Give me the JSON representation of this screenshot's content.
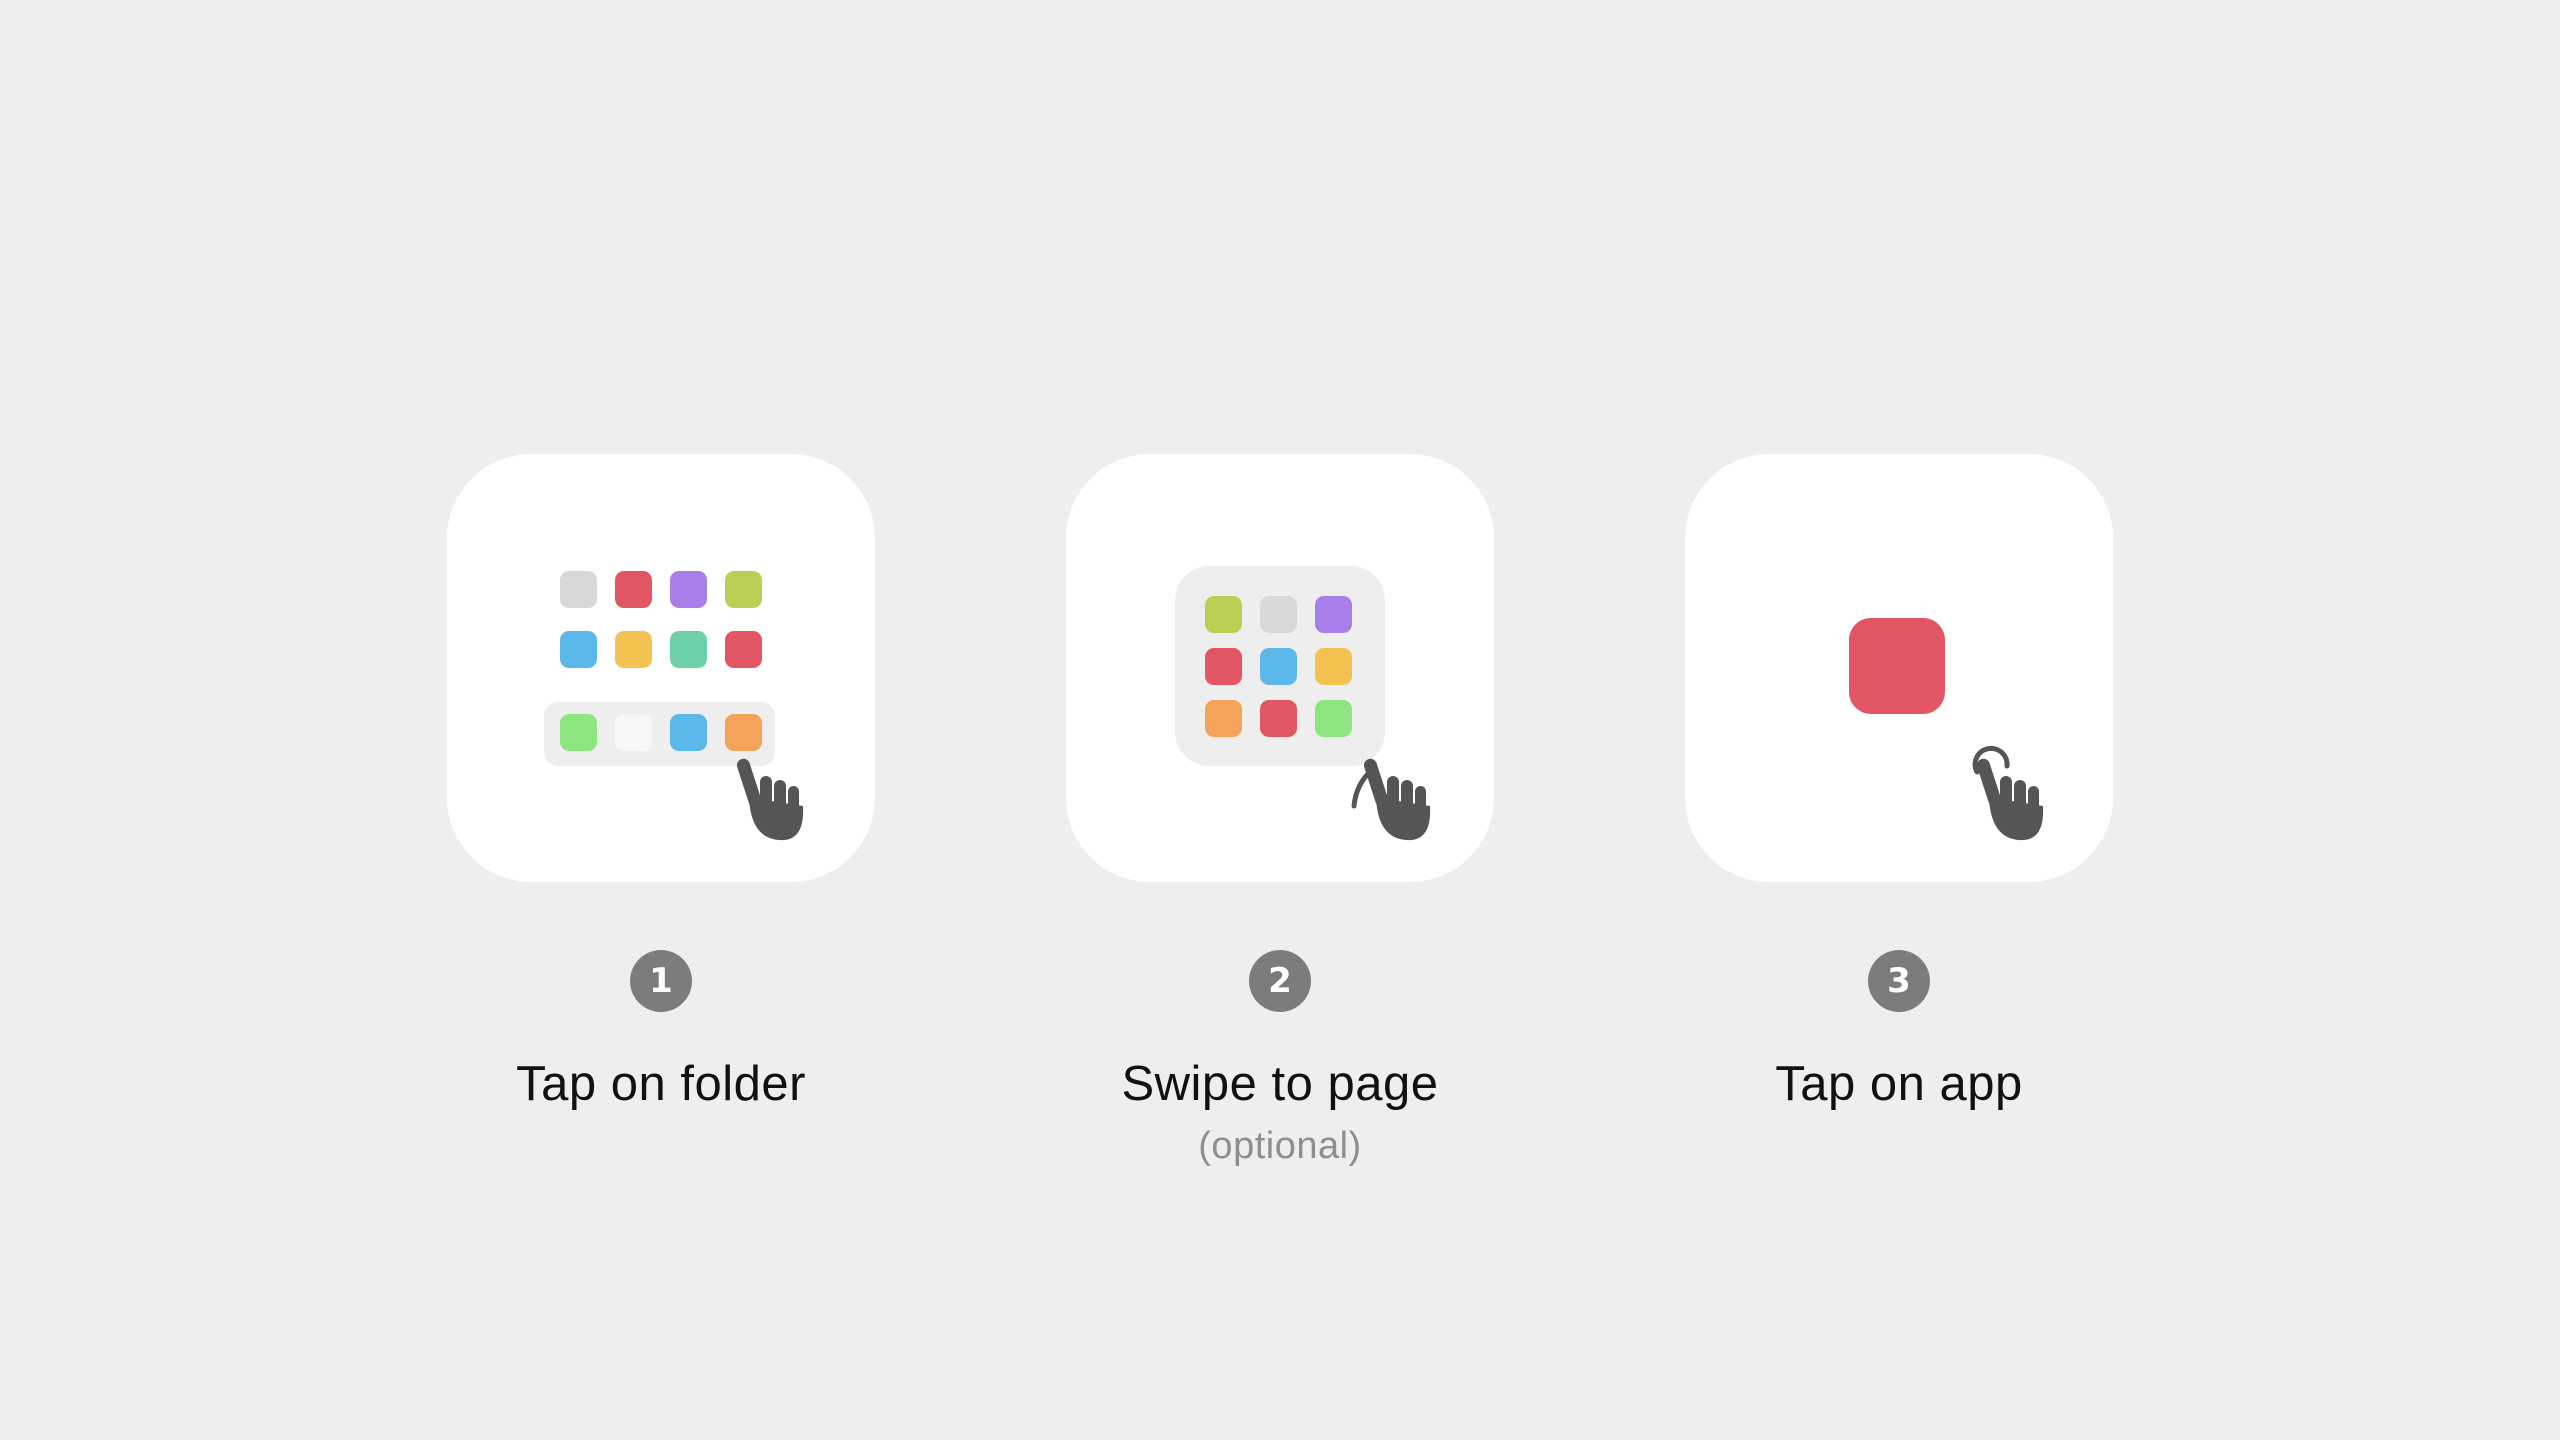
{
  "steps": [
    {
      "number": "1",
      "label": "Tap on folder",
      "grid_colors": [
        "#d8d8d6",
        "#e25562",
        "#a87ee8",
        "#bccf55",
        "#5ab8ea",
        "#f2c350",
        "#6dd0a8",
        "#e25562"
      ],
      "dock_colors": [
        "#8ce57e",
        "#f7f7f7",
        "#5ab8ea",
        "#f3a45a"
      ],
      "hand_icon": "hand-pointer-icon"
    },
    {
      "number": "2",
      "label": "Swipe to page",
      "sublabel": "(optional)",
      "folder_colors": [
        "#bccf55",
        "#d8d8d6",
        "#a87ee8",
        "#e25562",
        "#5ab8ea",
        "#f2c350",
        "#f3a45a",
        "#e25562",
        "#8ce57e"
      ],
      "hand_icon": "hand-swipe-icon"
    },
    {
      "number": "3",
      "label": "Tap on app",
      "app_color": "#e25562",
      "hand_icon": "hand-tap-icon"
    }
  ]
}
